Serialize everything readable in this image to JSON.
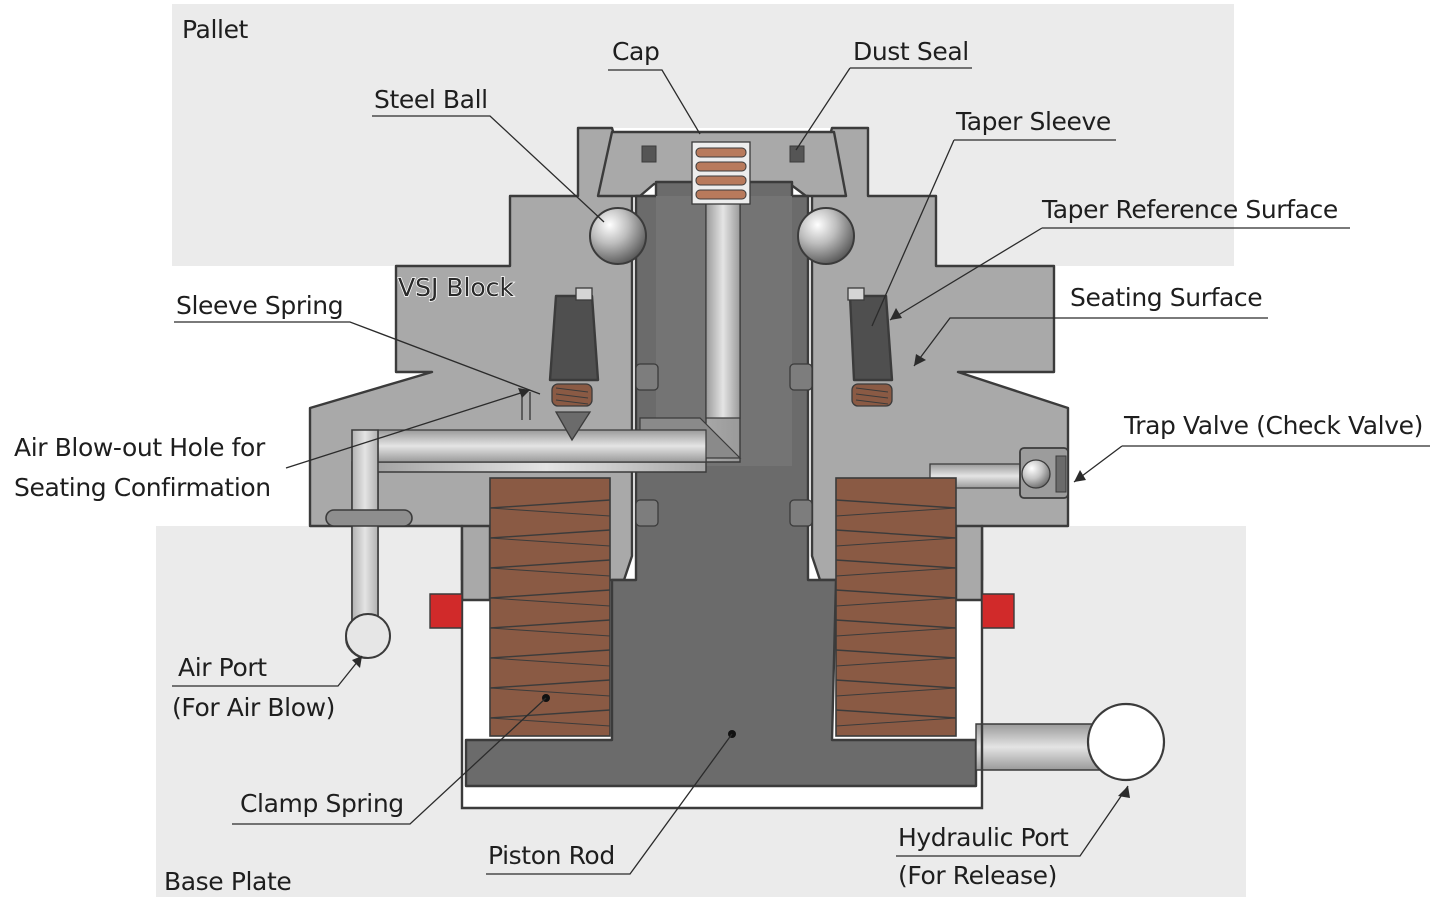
{
  "labels": {
    "pallet": "Pallet",
    "cap": "Cap",
    "dust_seal": "Dust Seal",
    "steel_ball": "Steel Ball",
    "taper_sleeve": "Taper Sleeve",
    "taper_reference_surface": "Taper Reference Surface",
    "vsj_block": "VSJ Block",
    "sleeve_spring": "Sleeve Spring",
    "seating_surface": "Seating Surface",
    "air_blow_out_hole_line1": "Air Blow-out Hole for",
    "air_blow_out_hole_line2": "Seating Confirmation",
    "trap_valve": "Trap Valve (Check Valve)",
    "air_port_line1": "Air Port",
    "air_port_line2": "(For Air Blow)",
    "clamp_spring": "Clamp Spring",
    "piston_rod": "Piston Rod",
    "hydraulic_port_line1": "Hydraulic Port",
    "hydraulic_port_line2": "(For Release)",
    "base_plate": "Base Plate"
  },
  "colors": {
    "plate_fill": "#ebebeb",
    "body_fill": "#a9a9a9",
    "piston_fill": "#6b6b6b",
    "dark_part": "#4f4f4f",
    "passage_fill": "#c9c9c9",
    "spring_fill": "#8a5a44",
    "seal_red": "#d12a2a",
    "line_color": "#2b2b2b"
  }
}
